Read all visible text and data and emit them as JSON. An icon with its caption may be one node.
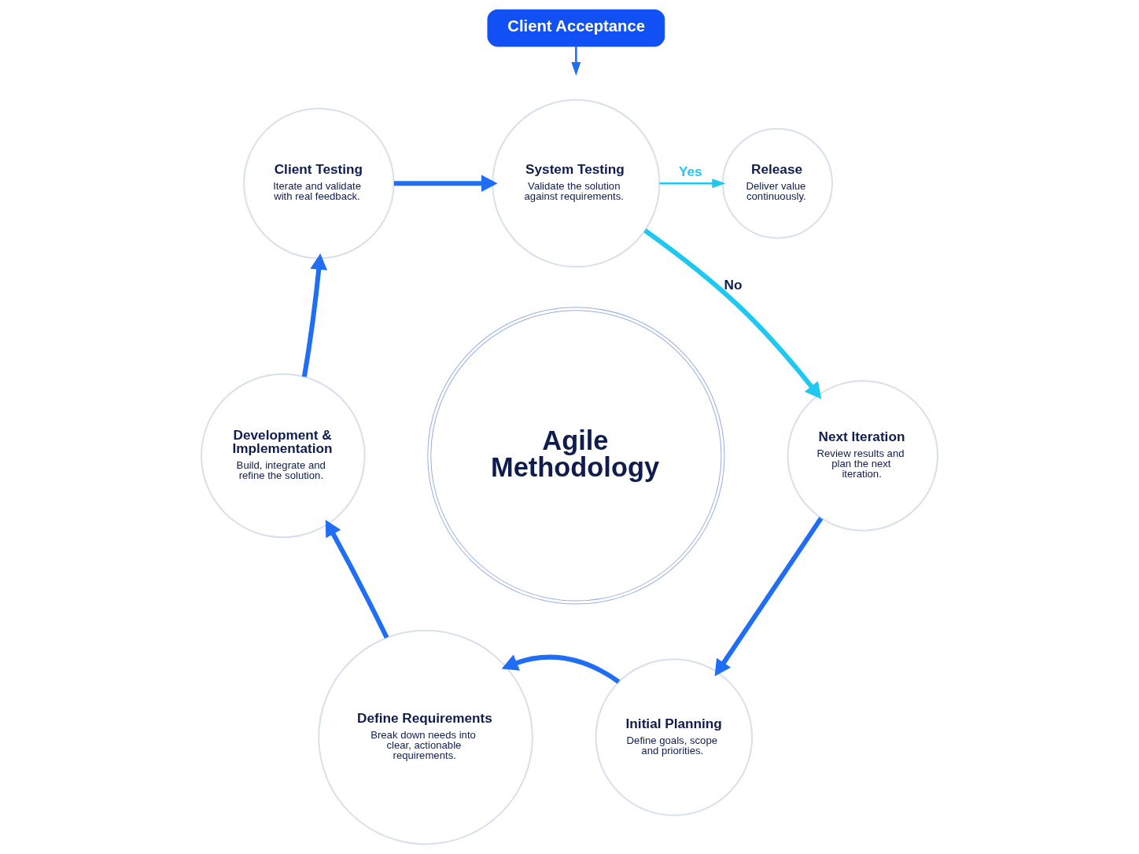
{
  "diagram": {
    "nodes": [
      {
        "text": [
          "Client Acceptance"
        ]
      },
      {
        "text": [
          "System Testing",
          "Validate the solution against requirements."
        ]
      },
      {
        "text": [
          "Client Testing",
          "Iterate and validate with real feedback."
        ]
      },
      {
        "text": [
          "Release",
          "Deliver value continuously."
        ]
      },
      {
        "text": [
          "Agile Methodology"
        ]
      },
      {
        "text": [
          "Development & Implementation",
          "Build, integrate and refine the solution."
        ]
      },
      {
        "text": [
          "Next Iteration",
          "Review results and plan the next iteration."
        ]
      },
      {
        "text": [
          "Define Requirements",
          "Break down needs into clear, actionable requirements."
        ]
      },
      {
        "text": [
          "Initial Planning",
          "Define goals, scope and priorities."
        ]
      }
    ],
    "edges": [
      {
        "from": 0,
        "to": null,
        "arrow": "to"
      },
      {
        "from": 2,
        "to": 1,
        "arrow": "to"
      },
      {
        "from": 1,
        "to": 3,
        "arrow": "to",
        "label": "Yes",
        "color": "#1ec8f0"
      },
      {
        "from": 1,
        "to": 6,
        "arrow": "to",
        "label": "No",
        "color": "#1ec8f0"
      },
      {
        "from": 6,
        "to": 8,
        "arrow": "to"
      },
      {
        "from": 8,
        "to": 7,
        "arrow": "to"
      },
      {
        "from": 7,
        "to": 5,
        "arrow": "to"
      },
      {
        "from": 5,
        "to": 2,
        "arrow": "to"
      }
    ]
  }
}
